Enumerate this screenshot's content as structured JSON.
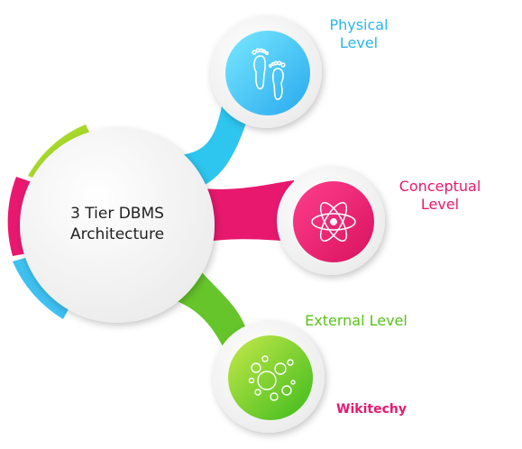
{
  "center": {
    "line1": "3 Tier DBMS",
    "line2": "Architecture"
  },
  "levels": [
    {
      "id": "physical",
      "line1": "Physical",
      "line2": "Level",
      "color": "#29b6e8",
      "gradient": [
        "#7ae8ff",
        "#27a9ee"
      ],
      "icon": "footprints-icon"
    },
    {
      "id": "conceptual",
      "line1": "Conceptual",
      "line2": "Level",
      "color": "#e8186f",
      "gradient": [
        "#ff3f8c",
        "#d8125f"
      ],
      "icon": "atom-icon"
    },
    {
      "id": "external",
      "label": "External Level",
      "color": "#58c21a",
      "gradient": [
        "#c6e84a",
        "#3dbb1c"
      ],
      "icon": "bubbles-icon"
    }
  ],
  "accent_arcs": [
    "#a7d92a",
    "#e8186f",
    "#3ec0f0"
  ],
  "brand": {
    "name": "Wikitechy",
    "color": "#e8186f"
  }
}
